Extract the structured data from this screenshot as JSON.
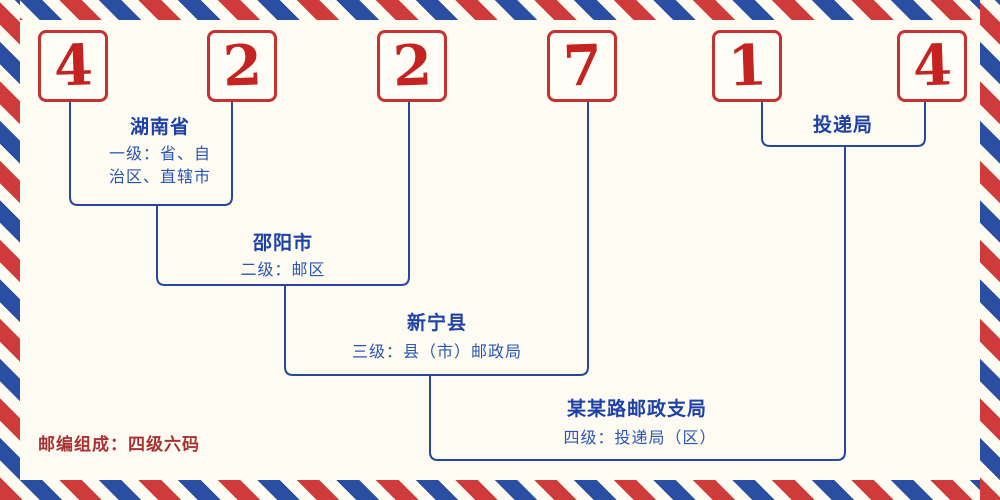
{
  "postal_code": {
    "digits": [
      "4",
      "2",
      "2",
      "7",
      "1",
      "4"
    ]
  },
  "levels": [
    {
      "name": "湖南省",
      "desc": "一级：省、自\n治区、直辖市"
    },
    {
      "name": "邵阳市",
      "desc": "二级：邮区"
    },
    {
      "name": "新宁县",
      "desc": "三级：县（市）邮政局"
    },
    {
      "name": "某某路邮政支局",
      "desc": "四级：投递局（区）"
    },
    {
      "name": "投递局",
      "desc": ""
    }
  ],
  "footer": {
    "composition_note": "邮编组成：四级六码"
  },
  "colors": {
    "digit_red": "#c52222",
    "box_border_red": "#c63131",
    "line_blue": "#27479e",
    "label_blue": "#1d41a5",
    "desc_blue": "#2b55b5",
    "note_red": "#a83232",
    "stripe_red": "#cf3a3a",
    "stripe_blue": "#2a4fa2"
  }
}
